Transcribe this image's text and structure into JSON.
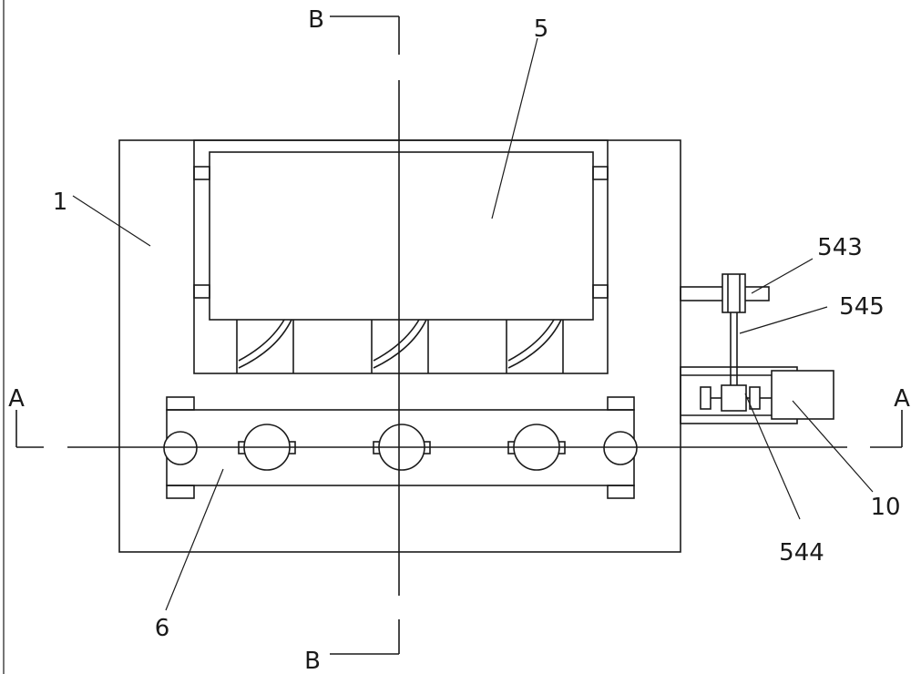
{
  "labels": {
    "part_1": "1",
    "part_5": "5",
    "part_6": "6",
    "part_10": "10",
    "part_543": "543",
    "part_544": "544",
    "part_545": "545",
    "section_a_left": "A",
    "section_a_right": "A",
    "section_b_top": "B",
    "section_b_bottom": "B"
  }
}
